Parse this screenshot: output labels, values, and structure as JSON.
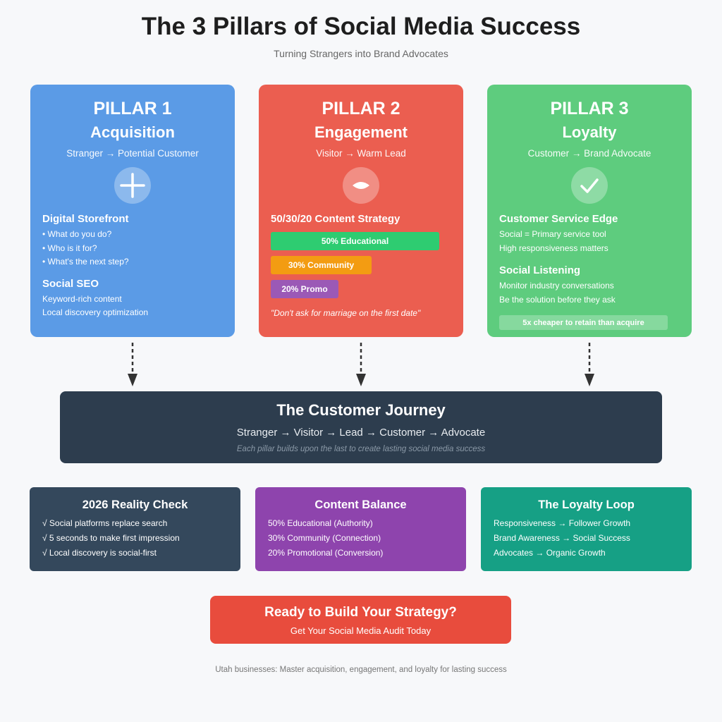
{
  "title": "The 3 Pillars of Social Media Success",
  "subtitle": "Turning Strangers into Brand Advocates",
  "colors": {
    "pillar1": "#5b9be6",
    "pillar2": "#eb5e50",
    "pillar3": "#5ecc7e",
    "journey": "#2d3d4e",
    "bar_educational": "#2ecc71",
    "bar_community": "#f39c12",
    "bar_promo": "#9b59b6",
    "card_reality": "#34485c",
    "card_balance": "#8e44ad",
    "card_loyalty": "#16a085",
    "cta": "#e84c3d"
  },
  "pillar1": {
    "number": "PILLAR 1",
    "name": "Acquisition",
    "flow": "Stranger → Potential Customer",
    "icon": "plus-icon",
    "section1_title": "Digital Storefront",
    "section1_items": [
      "• What do you do?",
      "• Who is it for?",
      "• What's the next step?"
    ],
    "section2_title": "Social SEO",
    "section2_items": [
      "Keyword-rich content",
      "Local discovery optimization"
    ]
  },
  "pillar2": {
    "number": "PILLAR 2",
    "name": "Engagement",
    "flow": "Visitor → Warm Lead",
    "icon": "eye-icon",
    "section_title": "50/30/20 Content Strategy",
    "bars": [
      {
        "label": "50% Educational",
        "percent": 50
      },
      {
        "label": "30% Community",
        "percent": 30
      },
      {
        "label": "20% Promo",
        "percent": 20
      }
    ],
    "quote": "\"Don't ask for marriage on the first date\""
  },
  "pillar3": {
    "number": "PILLAR 3",
    "name": "Loyalty",
    "flow": "Customer → Brand Advocate",
    "icon": "checkmark-icon",
    "section1_title": "Customer Service Edge",
    "section1_items": [
      "Social = Primary service tool",
      "High responsiveness matters"
    ],
    "section2_title": "Social Listening",
    "section2_items": [
      "Monitor industry conversations",
      "Be the solution before they ask"
    ],
    "badge": "5x cheaper to retain than acquire"
  },
  "journey": {
    "title": "The Customer Journey",
    "flow": "Stranger → Visitor → Lead → Customer → Advocate",
    "note": "Each pillar builds upon the last to create lasting social media success"
  },
  "cards": {
    "reality": {
      "title": "2026 Reality Check",
      "items": [
        "√  Social platforms replace search",
        "√  5 seconds to make first impression",
        "√  Local discovery is social-first"
      ]
    },
    "balance": {
      "title": "Content Balance",
      "items": [
        "50% Educational (Authority)",
        "30% Community (Connection)",
        "20% Promotional (Conversion)"
      ]
    },
    "loyalty": {
      "title": "The Loyalty Loop",
      "items": [
        "Responsiveness → Follower Growth",
        "Brand Awareness → Social Success",
        "Advocates → Organic Growth"
      ]
    }
  },
  "cta": {
    "title": "Ready to Build Your Strategy?",
    "subtitle": "Get Your Social Media Audit Today"
  },
  "footer": "Utah businesses: Master acquisition, engagement, and loyalty for lasting success"
}
